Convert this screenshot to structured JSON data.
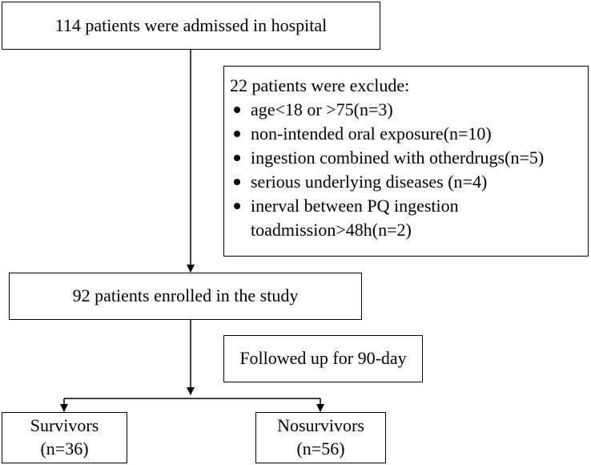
{
  "nodes": {
    "admitted": "114 patients were admissed in hospital",
    "enrolled": "92 patients enrolled in the study",
    "followup": "Followed up for 90-day",
    "survivors": {
      "label": "Survivors",
      "count": "(n=36)"
    },
    "nonsurvivors": {
      "label": "Nosurvivors",
      "count": "(n=56)"
    }
  },
  "exclusion": {
    "title": "22 patients were exclude:",
    "items": [
      "age<18 or >75(n=3)",
      "non-intended oral exposure(n=10)",
      "ingestion combined with otherdrugs(n=5)",
      "serious underlying diseases (n=4)",
      "inerval between PQ ingestion",
      "toadmission>48h(n=2)"
    ]
  }
}
